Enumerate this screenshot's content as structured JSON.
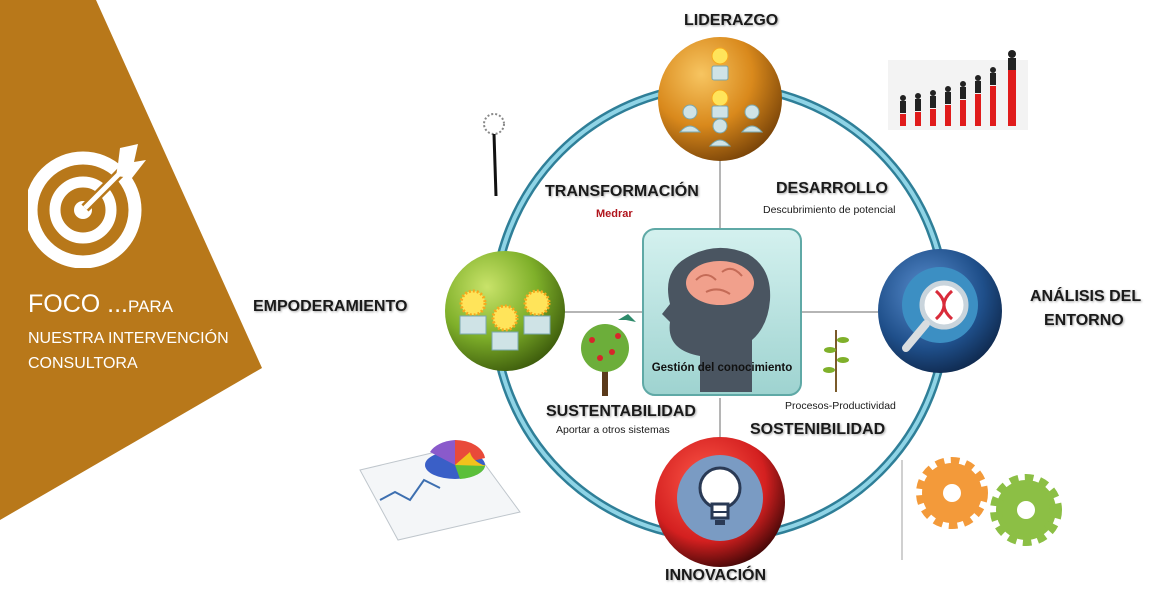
{
  "foco": {
    "title": "FOCO ...",
    "para": "PARA",
    "line2": "NUESTRA INTERVENCIÓN",
    "line3": "CONSULTORA"
  },
  "center": {
    "label": "Gestión del conocimiento"
  },
  "nodes": {
    "top": "LIDERAZGO",
    "left": "EMPODERAMIENTO",
    "right_line1": "ANÁLISIS DEL",
    "right_line2": "ENTORNO",
    "bottom": "INNOVACIÓN"
  },
  "quadrants": {
    "top_left": {
      "title": "TRANSFORMACIÓN",
      "subtitle": "Medrar"
    },
    "top_right": {
      "title": "DESARROLLO",
      "subtitle": "Descubrimiento de potencial"
    },
    "bottom_left": {
      "title": "SUSTENTABILIDAD",
      "subtitle": "Aportar a otros sistemas"
    },
    "bottom_right": {
      "title": "SOSTENIBILIDAD",
      "subtitle": "Procesos-Productividad"
    }
  },
  "colors": {
    "foco_bg": "#b8781a",
    "ring": "#5ab4cc",
    "liderazgo": "#e08a1c",
    "empoderamiento": "#7fb02a",
    "analisis": "#1f4f8a",
    "innovacion": "#d42020",
    "center_box": "#b8e2e0",
    "medrar": "#b0141c"
  },
  "icons": {
    "foco": "target-arrow-icon",
    "liderazgo": "people-bulbs-icon",
    "empoderamiento": "bulbs-people-icon",
    "analisis": "dna-magnifier-icon",
    "innovacion": "lightbulb-icon",
    "center": "brain-head-icon"
  }
}
